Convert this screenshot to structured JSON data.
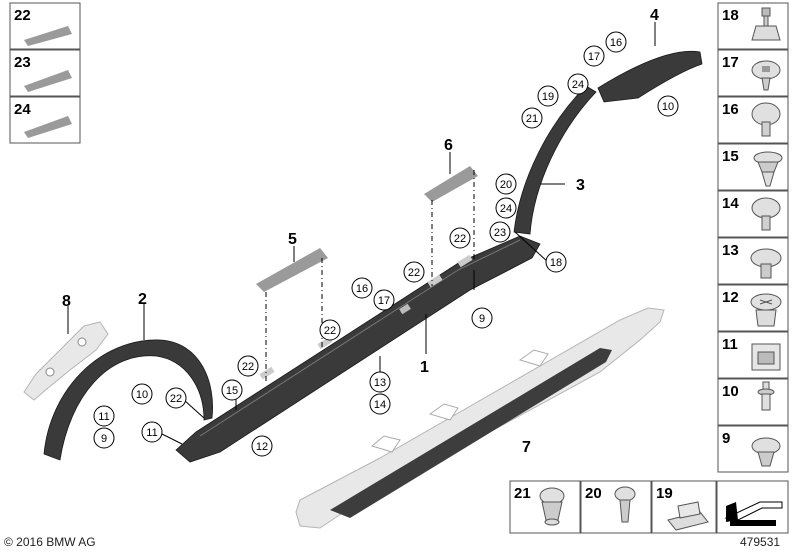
{
  "diagram": {
    "copyright": "© 2016 BMW AG",
    "image_number": "479531",
    "part_labels": [
      "1",
      "2",
      "3",
      "4",
      "5",
      "6",
      "7",
      "8"
    ],
    "callouts": {
      "c_3_a": "17",
      "c_3_b": "16",
      "c_3_c": "10",
      "c_3_d": "24",
      "c_3_e": "19",
      "c_3_f": "21",
      "c_3_g": "20",
      "c_3_h": "24",
      "c_3_i": "23",
      "c_3_j": "18",
      "c_6_a": "22",
      "c_6_b": "22",
      "c_1_a": "16",
      "c_1_b": "17",
      "c_1_c": "9",
      "c_1_d": "13",
      "c_1_e": "14",
      "c_5_a": "22",
      "c_5_b": "22",
      "c_5_c": "15",
      "c_5_d": "12",
      "c_2_a": "10",
      "c_2_b": "22",
      "c_2_c": "11",
      "c_2_d": "9",
      "c_2_e": "11"
    },
    "left_column": [
      {
        "number": "22"
      },
      {
        "number": "23"
      },
      {
        "number": "24"
      }
    ],
    "right_column": [
      {
        "number": "18"
      },
      {
        "number": "17"
      },
      {
        "number": "16"
      },
      {
        "number": "15"
      },
      {
        "number": "14"
      },
      {
        "number": "13"
      },
      {
        "number": "12"
      },
      {
        "number": "11"
      },
      {
        "number": "10"
      },
      {
        "number": "9"
      }
    ],
    "bottom_row": [
      {
        "number": "21"
      },
      {
        "number": "20"
      },
      {
        "number": "19"
      }
    ]
  }
}
